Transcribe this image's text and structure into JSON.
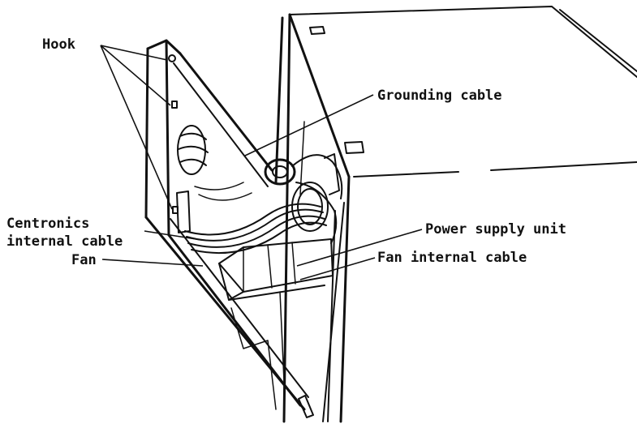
{
  "labels": {
    "hook": "Hook",
    "grounding_cable": "Grounding cable",
    "centronics_line1": "Centronics",
    "centronics_line2": "internal cable",
    "fan": "Fan",
    "power_supply_unit": "Power supply unit",
    "fan_internal_cable": "Fan internal cable"
  }
}
